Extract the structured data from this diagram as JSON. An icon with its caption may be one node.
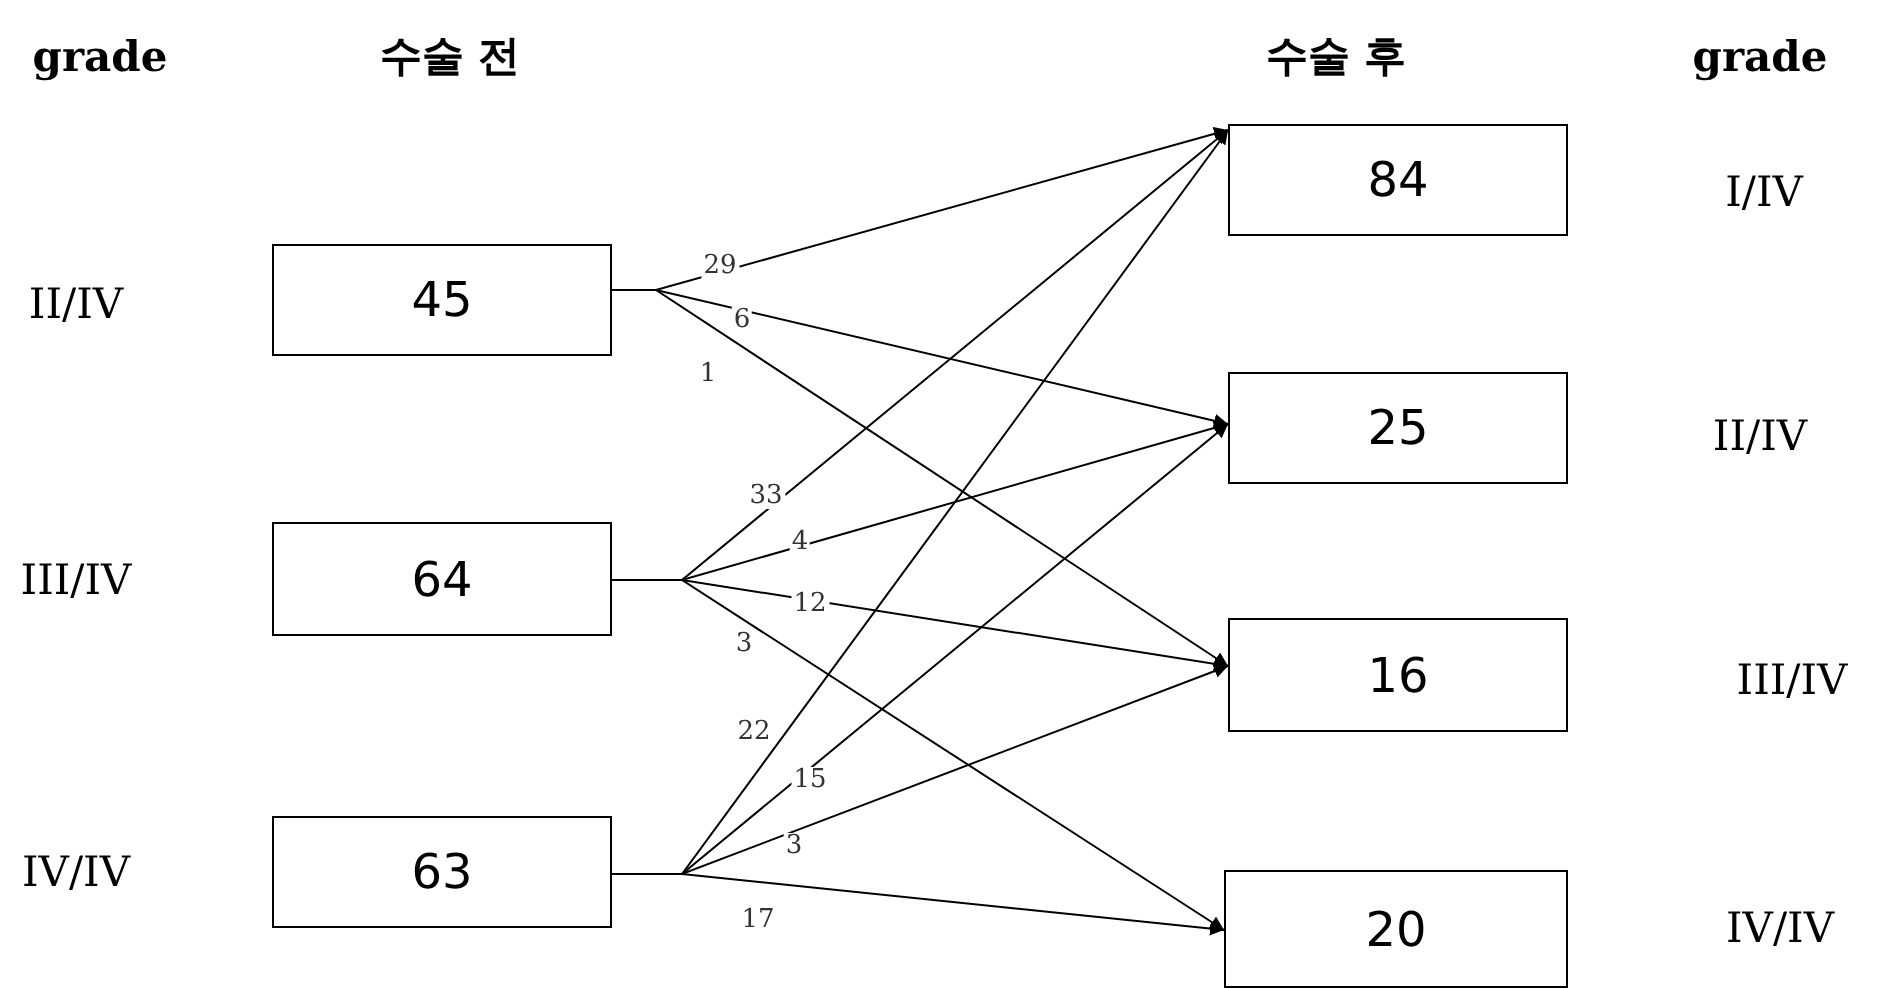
{
  "diagram": {
    "nodes": [
      {
        "text": [
          "45"
        ]
      },
      {
        "text": [
          "64"
        ]
      },
      {
        "text": [
          "63"
        ]
      },
      {
        "text": [
          "84"
        ]
      },
      {
        "text": [
          "25"
        ]
      },
      {
        "text": [
          "16"
        ]
      },
      {
        "text": [
          "20"
        ]
      }
    ],
    "edges": [
      {
        "from": 0,
        "to": 3,
        "arrow": "to",
        "label": "29"
      },
      {
        "from": 0,
        "to": 4,
        "arrow": "to",
        "label": "6"
      },
      {
        "from": 0,
        "to": 5,
        "arrow": "to",
        "label": "1"
      },
      {
        "from": 1,
        "to": 3,
        "arrow": "to",
        "label": "33"
      },
      {
        "from": 1,
        "to": 4,
        "arrow": "to",
        "label": "4"
      },
      {
        "from": 1,
        "to": 5,
        "arrow": "to",
        "label": "12"
      },
      {
        "from": 1,
        "to": 6,
        "arrow": "to",
        "label": "3"
      },
      {
        "from": 2,
        "to": 3,
        "arrow": "to",
        "label": "22"
      },
      {
        "from": 2,
        "to": 4,
        "arrow": "to",
        "label": "15"
      },
      {
        "from": 2,
        "to": 5,
        "arrow": "to",
        "label": "3"
      },
      {
        "from": 2,
        "to": 6,
        "arrow": "to",
        "label": "17"
      }
    ],
    "labels": [
      "grade",
      "수술 전",
      "수술 후",
      "grade",
      "II/IV",
      "III/IV",
      "IV/IV",
      "I/IV",
      "II/IV",
      "III/IV",
      "IV/IV"
    ]
  }
}
